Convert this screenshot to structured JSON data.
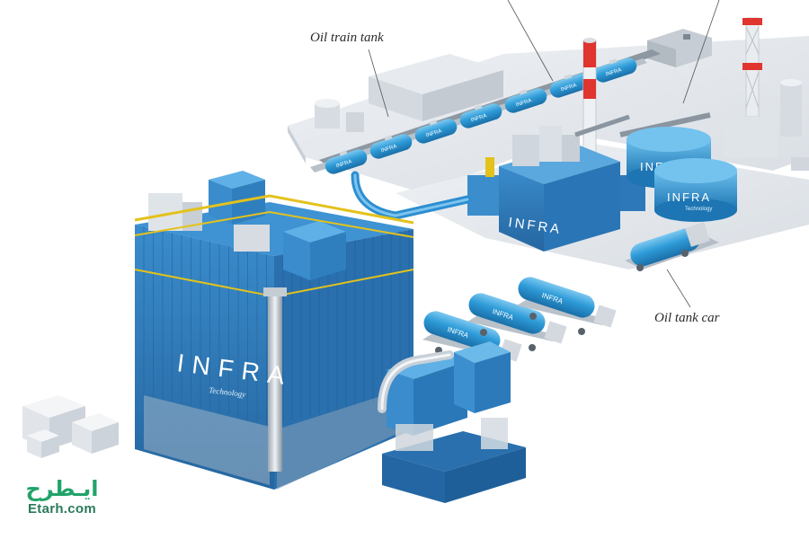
{
  "labels": {
    "oil_train_tank": "Oil train tank",
    "oil_tank_car": "Oil tank car"
  },
  "brand": {
    "plant_brand": "INFRA",
    "plant_sub": "Technology"
  },
  "watermark": {
    "name_fa": "ایـطرح",
    "site": "Etarh.com"
  },
  "colors": {
    "structure_blue": "#2f7fbf",
    "tank_blue": "#2e9bd8",
    "rail_yellow": "#e3c21c",
    "logo_green": "#21a36a"
  }
}
